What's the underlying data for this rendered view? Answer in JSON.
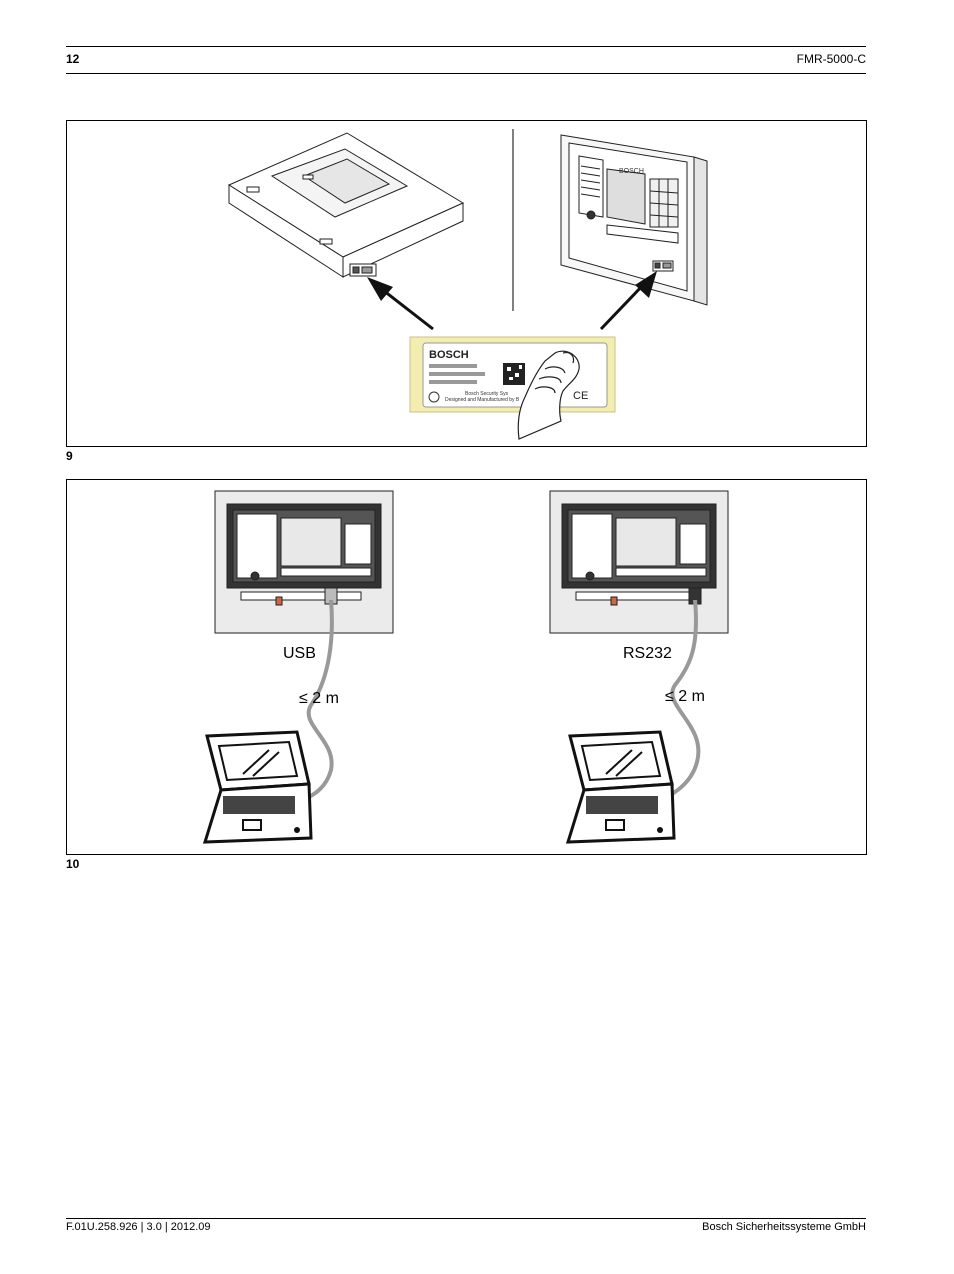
{
  "header": {
    "page_number": "12",
    "product": "FMR-5000-C"
  },
  "figure9": {
    "number": "9",
    "label_card": {
      "brand": "BOSCH",
      "line1": "Bosch Security Sys",
      "line2": "Designed and Manufactured by B",
      "mark": "CE"
    },
    "device_brand": "BOSCH"
  },
  "figure10": {
    "number": "10",
    "left_connection": {
      "interface": "USB",
      "distance": "≤ 2 m"
    },
    "right_connection": {
      "interface": "RS232",
      "distance": "≤ 2 m"
    }
  },
  "footer": {
    "doc_info": "F.01U.258.926 | 3.0 | 2012.09",
    "company": "Bosch Sicherheitssysteme GmbH"
  }
}
